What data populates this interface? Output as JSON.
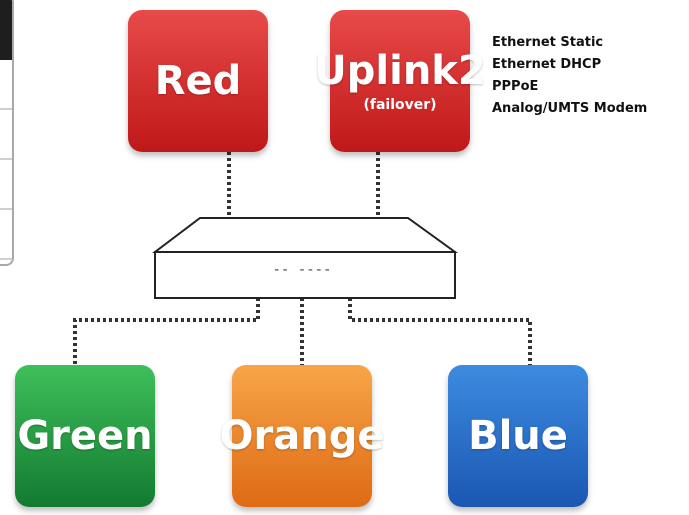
{
  "zones": {
    "red": {
      "label": "Red",
      "color": "#d32f2f"
    },
    "uplink2": {
      "label": "Uplink2",
      "sublabel": "(failover)",
      "color": "#d32f2f"
    },
    "green": {
      "label": "Green",
      "color": "#1f9e3d"
    },
    "orange": {
      "label": "Orange",
      "color": "#ef8a2a"
    },
    "blue": {
      "label": "Blue",
      "color": "#2a72cc"
    }
  },
  "uplink_types": [
    "Ethernet Static",
    "Ethernet DHCP",
    "PPPoE",
    "Analog/UMTS Modem"
  ],
  "router": {
    "label": "-- ----"
  }
}
